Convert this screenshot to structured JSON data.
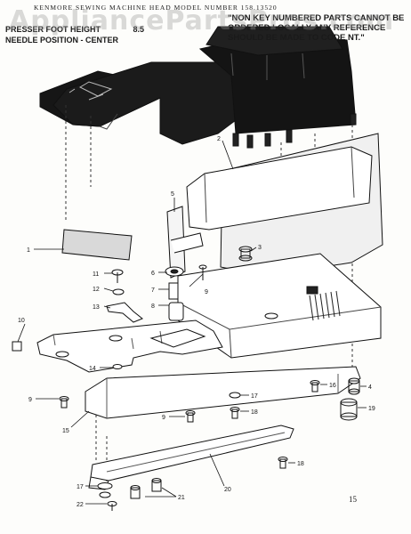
{
  "header": {
    "title": "KENMORE SEWING MACHINE HEAD MODEL NUMBER 158.13520",
    "left_line1": "PRESSER FOOT HEIGHT",
    "left_line1_tail": "8.5",
    "left_line2": "NEEDLE POSITION - CENTER",
    "right_note": "\"NON KEY NUMBERED PARTS CANNOT BE ORDERED LOCALLY ANY REFERENCE SHOULD BE MADE TO CODE NT.\""
  },
  "watermark": "AppliancePartsPros.com",
  "page_number": "15",
  "callouts": [
    {
      "id": "c1",
      "text": "1"
    },
    {
      "id": "c2",
      "text": "2"
    },
    {
      "id": "c3",
      "text": "3"
    },
    {
      "id": "c4",
      "text": "4"
    },
    {
      "id": "c5",
      "text": "5"
    },
    {
      "id": "c6",
      "text": "6"
    },
    {
      "id": "c7",
      "text": "7"
    },
    {
      "id": "c8",
      "text": "8"
    },
    {
      "id": "c9a",
      "text": "9"
    },
    {
      "id": "c9b",
      "text": "9"
    },
    {
      "id": "c9c",
      "text": "9"
    },
    {
      "id": "c10",
      "text": "10"
    },
    {
      "id": "c11",
      "text": "11"
    },
    {
      "id": "c12",
      "text": "12"
    },
    {
      "id": "c13",
      "text": "13"
    },
    {
      "id": "c14",
      "text": "14"
    },
    {
      "id": "c15",
      "text": "15"
    },
    {
      "id": "c16",
      "text": "16"
    },
    {
      "id": "c17a",
      "text": "17"
    },
    {
      "id": "c17b",
      "text": "17"
    },
    {
      "id": "c18a",
      "text": "18"
    },
    {
      "id": "c18b",
      "text": "18"
    },
    {
      "id": "c19",
      "text": "19"
    },
    {
      "id": "c20",
      "text": "20"
    },
    {
      "id": "c21",
      "text": "21"
    },
    {
      "id": "c22",
      "text": "22"
    }
  ]
}
